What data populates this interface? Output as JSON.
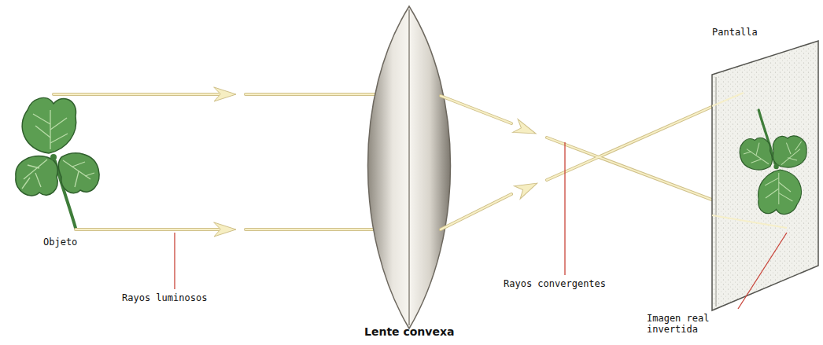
{
  "diagram": {
    "labels": [
      "Pantalla",
      "Objeto",
      "Rayos luminosos",
      "Lente convexa",
      "Rayos convergentes",
      "Imagen real invertida"
    ]
  }
}
